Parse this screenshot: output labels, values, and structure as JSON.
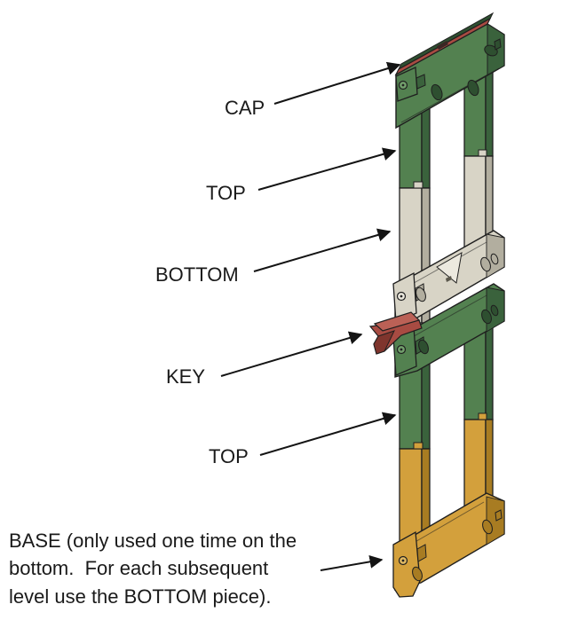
{
  "diagram": {
    "title": "Stacking frame assembly instruction diagram",
    "labels": {
      "cap": "CAP",
      "top_upper": "TOP",
      "bottom": "BOTTOM",
      "key": "KEY",
      "top_lower": "TOP"
    },
    "base_note": {
      "lines": [
        "BASE (only used one time on the",
        "bottom.  For each subsequent",
        "level use the BOTTOM piece)."
      ]
    },
    "parts": [
      {
        "name": "cap",
        "label": "CAP",
        "color": "#a84b42"
      },
      {
        "name": "top-upper-level",
        "label": "TOP",
        "color": "#538150"
      },
      {
        "name": "bottom",
        "label": "BOTTOM",
        "color": "#d8d4c6"
      },
      {
        "name": "key",
        "label": "KEY",
        "color": "#a84b42"
      },
      {
        "name": "top-lower-level",
        "label": "TOP",
        "color": "#538150"
      },
      {
        "name": "base",
        "label": "BASE",
        "color": "#d3a03c"
      }
    ],
    "colors": {
      "green_face": "#538150",
      "green_light": "#72a06c",
      "green_dark": "#3a623c",
      "green_deep": "#2e4f30",
      "cream_face": "#d8d4c6",
      "cream_light": "#ece9df",
      "cream_dark": "#b2ae9f",
      "gold_face": "#d3a03c",
      "gold_light": "#e2ba62",
      "gold_dark": "#a87c22",
      "red_face": "#a84b42",
      "red_light": "#bb6156",
      "red_dark": "#7f352d",
      "outline": "#1f1f1f",
      "background": "#ffffff"
    }
  }
}
